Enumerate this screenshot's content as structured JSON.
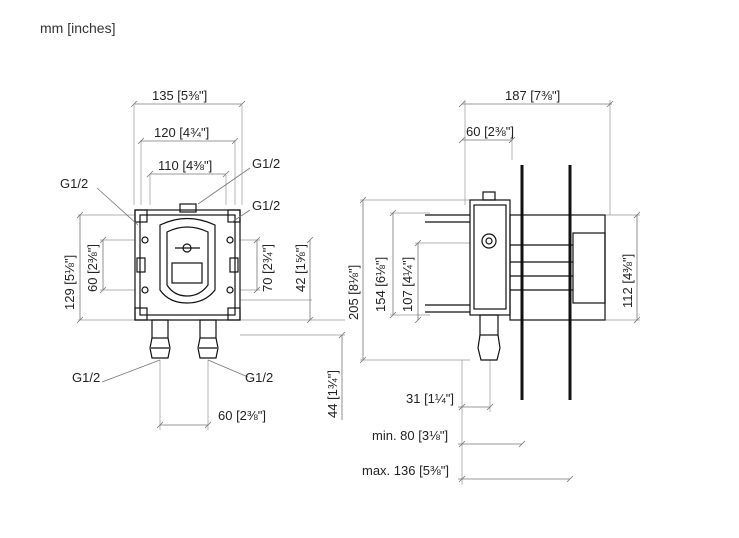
{
  "header": {
    "units": "mm [inches]"
  },
  "front_view": {
    "dim_135": "135 [5⅜\"]",
    "dim_120": "120 [4¾\"]",
    "dim_110": "110 [4⅜\"]",
    "dim_129": "129 [5⅛\"]",
    "dim_60_left": "60 [2⅜\"]",
    "dim_70": "70 [2¾\"]",
    "dim_42": "42 [1⅝\"]",
    "dim_44": "44 [1¾\"]",
    "dim_60_bottom": "60 [2⅜\"]",
    "g_top_left": "G1/2",
    "g_top_right_1": "G1/2",
    "g_top_right_2": "G1/2",
    "g_bottom_left": "G1/2",
    "g_bottom_right": "G1/2"
  },
  "side_view": {
    "dim_187": "187 [7⅜\"]",
    "dim_60": "60 [2⅜\"]",
    "dim_205": "205 [8⅛\"]",
    "dim_154": "154 [6⅛\"]",
    "dim_107": "107 [4¼\"]",
    "dim_112": "112 [4⅜\"]",
    "dim_31": "31 [1¼\"]",
    "dim_min80": "min. 80 [3⅛\"]",
    "dim_max136": "max. 136 [5⅜\"]"
  }
}
